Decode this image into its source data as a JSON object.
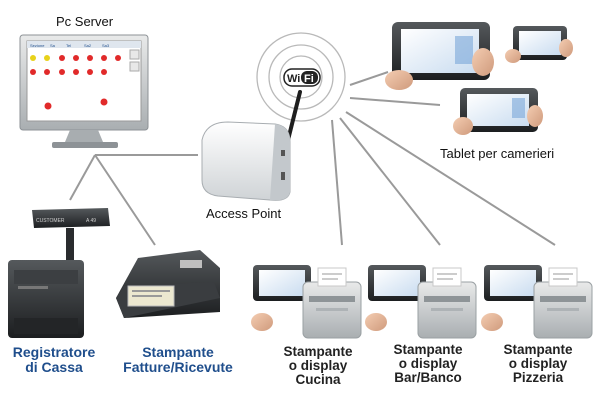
{
  "labels": {
    "pc_server": "Pc Server",
    "access_point": "Access Point",
    "tablets": "Tablet per camerieri",
    "cash_register": [
      "Registratore",
      "di Cassa"
    ],
    "invoice_printer": [
      "Stampante",
      "Fatture/Ricevute"
    ],
    "kitchen": [
      "Stampante",
      "o display",
      "Cucina"
    ],
    "bar": [
      "Stampante",
      "o display",
      "Bar/Banco"
    ],
    "pizzeria": [
      "Stampante",
      "o display",
      "Pizzeria"
    ]
  },
  "wifi_badge": {
    "left": "Wi",
    "right": "Fi"
  },
  "pc_screen_headers": [
    "Sezione",
    "Sa",
    "Tel",
    "Sa2",
    "Sa3"
  ],
  "register_display": "A 49",
  "colors": {
    "cash_register_label": "#1f4e8c",
    "printer_labels": "#222222",
    "connection_lines": "#9a9a9a"
  },
  "icons": [
    "monitor-icon",
    "wifi-icon",
    "router-icon",
    "tablet-icon",
    "printer-icon",
    "cash-register-icon"
  ]
}
